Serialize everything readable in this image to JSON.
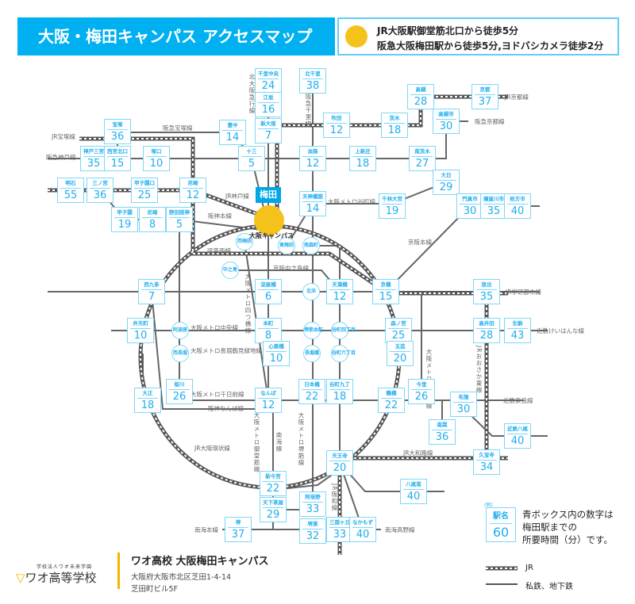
{
  "header": {
    "title": "大阪・梅田キャンパス アクセスマップ",
    "access_line1": "JR大阪駅御堂筋北口から徒歩5分",
    "access_line2": "阪急大阪梅田駅から徒歩5分,ヨドバシカメラ徒歩2分"
  },
  "umeda": "梅田",
  "campus": "大阪キャンパス",
  "stations": [
    {
      "name": "千里中央",
      "time": "24"
    },
    {
      "name": "江坂",
      "time": "16"
    },
    {
      "name": "新大阪",
      "time": "7"
    },
    {
      "name": "北千里",
      "time": "38"
    },
    {
      "name": "豊中",
      "time": "14"
    },
    {
      "name": "宝塚",
      "time": "36"
    },
    {
      "name": "吹田",
      "time": "12"
    },
    {
      "name": "茨木",
      "time": "18"
    },
    {
      "name": "高槻",
      "time": "28"
    },
    {
      "name": "京都",
      "time": "37"
    },
    {
      "name": "高槻市",
      "time": "30"
    },
    {
      "name": "神戸三宮",
      "time": "35"
    },
    {
      "name": "西宮北口",
      "time": "15"
    },
    {
      "name": "塚口",
      "time": "10"
    },
    {
      "name": "十三",
      "time": "5"
    },
    {
      "name": "淡路",
      "time": "12"
    },
    {
      "name": "上新庄",
      "time": "18"
    },
    {
      "name": "南茨木",
      "time": "27"
    },
    {
      "name": "明石",
      "time": "55"
    },
    {
      "name": "三ノ宮",
      "time": "36"
    },
    {
      "name": "甲子園口",
      "time": "25"
    },
    {
      "name": "尼崎",
      "time": "12"
    },
    {
      "name": "天神橋筋六丁目",
      "time": "14"
    },
    {
      "name": "千林大宮",
      "time": "19"
    },
    {
      "name": "大日",
      "time": "29"
    },
    {
      "name": "門真市",
      "time": "30"
    },
    {
      "name": "寝屋川市",
      "time": "35"
    },
    {
      "name": "枚方市",
      "time": "40"
    },
    {
      "name": "甲子園",
      "time": "19"
    },
    {
      "name": "尼崎",
      "time": "8"
    },
    {
      "name": "野田阪神",
      "time": "5"
    },
    {
      "name": "西九条",
      "time": "7"
    },
    {
      "name": "淀屋橋",
      "time": "6"
    },
    {
      "name": "天満橋",
      "time": "12"
    },
    {
      "name": "京橋",
      "time": "15"
    },
    {
      "name": "放出",
      "time": "35"
    },
    {
      "name": "弁天町",
      "time": "10"
    },
    {
      "name": "本町",
      "time": "8"
    },
    {
      "name": "森ノ宮",
      "time": "25"
    },
    {
      "name": "高井田",
      "time": "28"
    },
    {
      "name": "生駒",
      "time": "43"
    },
    {
      "name": "心斎橋",
      "time": "10"
    },
    {
      "name": "玉造",
      "time": "20"
    },
    {
      "name": "桜川",
      "time": "26"
    },
    {
      "name": "大正",
      "time": "18"
    },
    {
      "name": "なんば",
      "time": "12"
    },
    {
      "name": "日本橋",
      "time": "22"
    },
    {
      "name": "谷町九丁目",
      "time": "18"
    },
    {
      "name": "鶴橋",
      "time": "22"
    },
    {
      "name": "今里",
      "time": "26"
    },
    {
      "name": "布施",
      "time": "30"
    },
    {
      "name": "南巽",
      "time": "36"
    },
    {
      "name": "近鉄八尾",
      "time": "40"
    },
    {
      "name": "天王寺",
      "time": "20"
    },
    {
      "name": "久宝寺",
      "time": "34"
    },
    {
      "name": "新今宮",
      "time": "22"
    },
    {
      "name": "八尾南",
      "time": "40"
    },
    {
      "name": "天下茶屋",
      "time": "29"
    },
    {
      "name": "阿倍野",
      "time": "33"
    },
    {
      "name": "堺",
      "time": "37"
    },
    {
      "name": "堺東",
      "time": "32"
    },
    {
      "name": "三国ヶ丘",
      "time": "33"
    },
    {
      "name": "なかもず",
      "time": "40"
    }
  ],
  "circles": [
    "西梅田",
    "東梅田",
    "南森町",
    "中之島",
    "北浜",
    "阿波座",
    "堺筋本町",
    "谷町四丁目",
    "西長堀",
    "長堀橋",
    "谷町六丁目"
  ],
  "lines": [
    "JR宝塚線",
    "阪急宝塚線",
    "阪急神戸線",
    "北大阪急行線",
    "阪急千里線",
    "JR京都線",
    "阪急京都線",
    "JR神戸線",
    "阪神本線",
    "大阪メトロ谷町線",
    "JR東西線",
    "京阪本線",
    "京阪中之島線",
    "大阪メトロ四つ橋線",
    "JR学研都市線",
    "大阪メトロ中央線",
    "近鉄けいはんな線",
    "大阪メトロ長堀鶴見緑地線",
    "大阪メトロ今里筋線",
    "JRおおさか東線",
    "大阪メトロ千日前線",
    "阪神なんば線",
    "近鉄奈良線",
    "大阪メトロ御堂筋線",
    "南海線",
    "大阪メトロ堺筋線",
    "JR大阪環状線",
    "JR大和路線",
    "JR阪和線",
    "南海本線",
    "南海高野線"
  ],
  "legend": {
    "example_caption": "(例)",
    "example_name": "駅名",
    "example_time": "60",
    "desc1": "青ボックス内の数字は",
    "desc2": "梅田駅までの",
    "desc3": "所要時間（分）です。",
    "jr": "JR",
    "private": "私鉄、地下鉄"
  },
  "footer": {
    "org": "学校法人ワオ未来学園",
    "logo": "ワオ高等学校",
    "title": "ワオ高校 大阪梅田キャンパス",
    "address1": "大阪府大阪市北区芝田1-4-14",
    "address2": "芝田町ビル5F"
  },
  "colors": {
    "accent": "#00b0f0",
    "box": "#7fd6f7",
    "logo": "#f5b400"
  }
}
